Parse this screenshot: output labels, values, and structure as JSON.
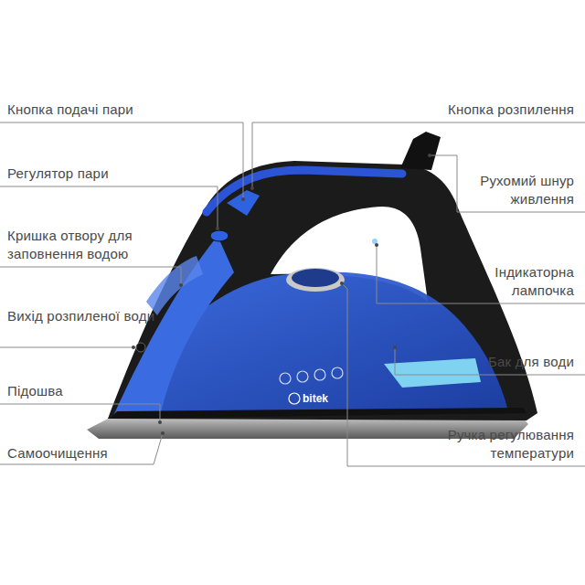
{
  "diagram": {
    "labels": [
      "Кнопка подачі пари",
      "Кнопка розпилення",
      "Регулятор пари",
      "Рухомий шнур живлення",
      "Кришка отвору для заповнення водою",
      "Індикаторна лампочка",
      "Вихід розпиленої води",
      "Бак для води",
      "Підошва",
      "bitek",
      "Ручка регулювання температури",
      "Самоочищення"
    ]
  }
}
